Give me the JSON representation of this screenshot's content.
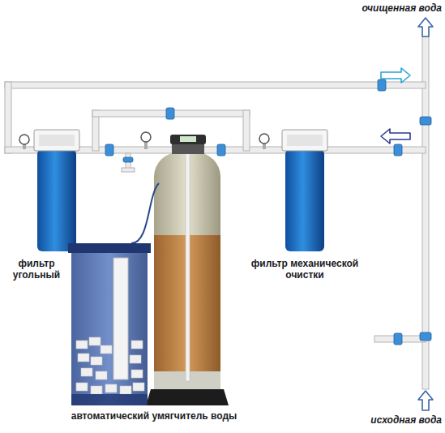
{
  "diagram": {
    "labels": [
      "очищенная вода",
      "фильтр угольный",
      "фильтр механической очистки",
      "автоматический умягчитель воды",
      "исходная вода"
    ]
  }
}
